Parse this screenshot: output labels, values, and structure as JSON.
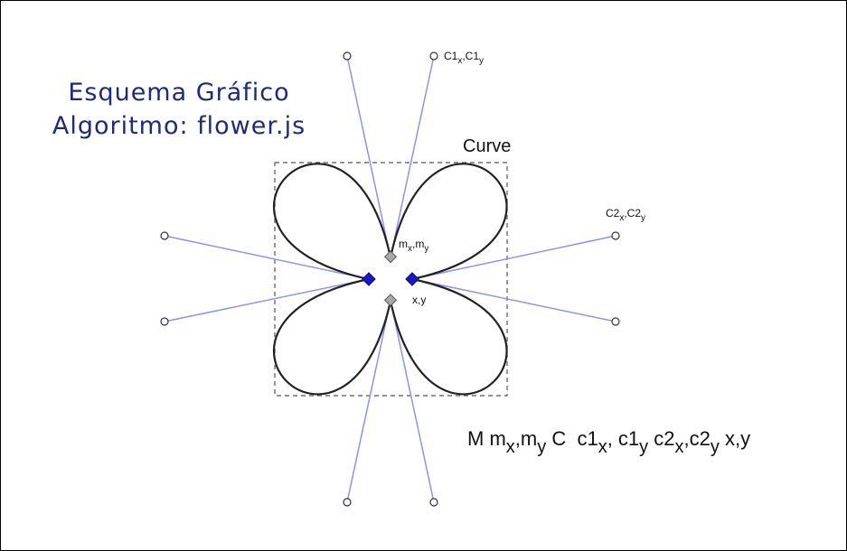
{
  "title": {
    "line1": "Esquema Gráfico",
    "line2": "Algoritmo: flower.js"
  },
  "labels": {
    "curve": "Curve",
    "c1": {
      "base": "C1",
      "sub1": "x",
      "sep": ",C1",
      "sub2": "y"
    },
    "c2": {
      "base": "C2",
      "sub1": "x",
      "sep": ",C2",
      "sub2": "y"
    },
    "m": {
      "base": "m",
      "sub1": "x",
      "sep": ",m",
      "sub2": "y"
    },
    "xy": "x,y"
  },
  "formula": {
    "t1": "M m",
    "s1": "x",
    "t2": ",m",
    "s2": "y",
    "t3": " C  c1",
    "s3": "x",
    "t4": ", c1",
    "s4": "y",
    "t5": " c2",
    "s5": "x",
    "t6": ",c2",
    "s6": "y",
    "t7": " x,y"
  },
  "colors": {
    "title": "#1f2a7a",
    "handle_line": "#8c93f0",
    "curve": "#222222",
    "blue_point": "#1818c8",
    "grey_point": "#a8a8a8"
  }
}
